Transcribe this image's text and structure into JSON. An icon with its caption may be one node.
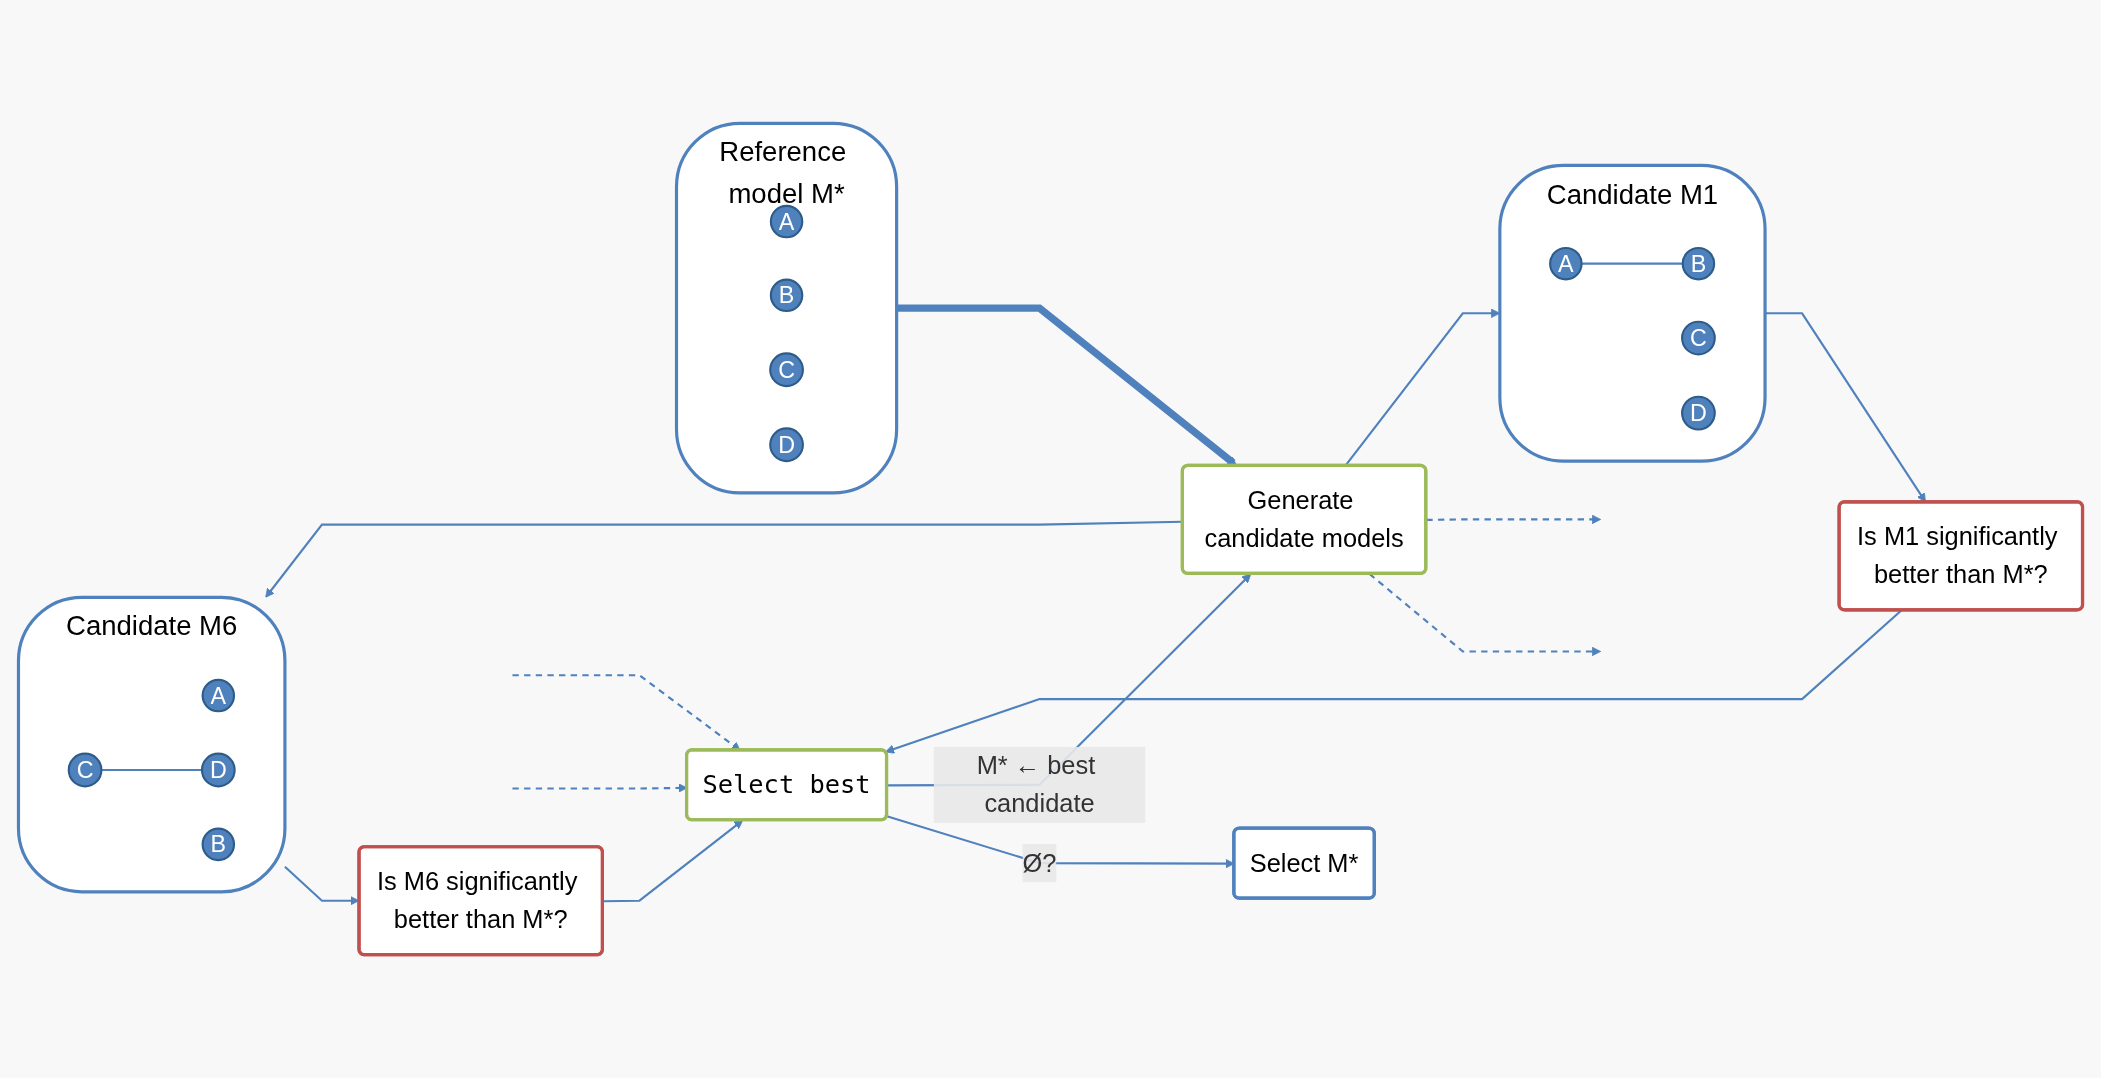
{
  "diagram": {
    "nodes": [
      {
        "text": [
          "Reference model M*"
        ]
      },
      {
        "text": [
          "A"
        ],
        "in": 0
      },
      {
        "text": [
          "B"
        ],
        "in": 0
      },
      {
        "text": [
          "C"
        ],
        "in": 0
      },
      {
        "text": [
          "D"
        ],
        "in": 0
      },
      {
        "text": [
          "Generate candidate models"
        ]
      },
      {
        "text": [
          "Candidate M1"
        ]
      },
      {
        "text": [
          "A"
        ],
        "in": 6
      },
      {
        "text": [
          "B"
        ],
        "in": 6
      },
      {
        "text": [
          "C"
        ],
        "in": 6
      },
      {
        "text": [
          "D"
        ],
        "in": 6
      },
      {
        "text": [
          "Is M1 significantly better than M*?"
        ]
      },
      {
        "text": [
          "Candidate M6"
        ]
      },
      {
        "text": [
          "A"
        ],
        "in": 12
      },
      {
        "text": [
          "B"
        ],
        "in": 12
      },
      {
        "text": [
          "C"
        ],
        "in": 12
      },
      {
        "text": [
          "D"
        ],
        "in": 12
      },
      {
        "text": [
          "Is M6 significantly better than M*?"
        ]
      },
      {
        "text": [
          "Select best"
        ]
      },
      {
        "text": [
          "Select M*"
        ]
      }
    ],
    "edges": [
      {
        "from": 0,
        "to": 5,
        "arrow": "to",
        "style": "thick"
      },
      {
        "from": 5,
        "to": 6,
        "arrow": "to"
      },
      {
        "from": 5,
        "to": null,
        "arrow": "to",
        "style": "dashed"
      },
      {
        "from": 5,
        "to": null,
        "arrow": "to",
        "style": "dashed"
      },
      {
        "from": 5,
        "to": 12,
        "arrow": "to"
      },
      {
        "from": 7,
        "to": 8,
        "arrow": "none"
      },
      {
        "from": 15,
        "to": 16,
        "arrow": "none"
      },
      {
        "from": 6,
        "to": 11,
        "arrow": "to"
      },
      {
        "from": 12,
        "to": 17,
        "arrow": "to"
      },
      {
        "from": 11,
        "to": 18,
        "arrow": "to"
      },
      {
        "from": null,
        "to": 18,
        "arrow": "to",
        "style": "dashed"
      },
      {
        "from": null,
        "to": 18,
        "arrow": "to",
        "style": "dashed"
      },
      {
        "from": 17,
        "to": 18,
        "arrow": "to"
      },
      {
        "from": 18,
        "to": 19,
        "arrow": "to",
        "label": "Ø?"
      },
      {
        "from": 18,
        "to": 5,
        "arrow": "to",
        "label": "M* ← best candidate"
      }
    ]
  }
}
